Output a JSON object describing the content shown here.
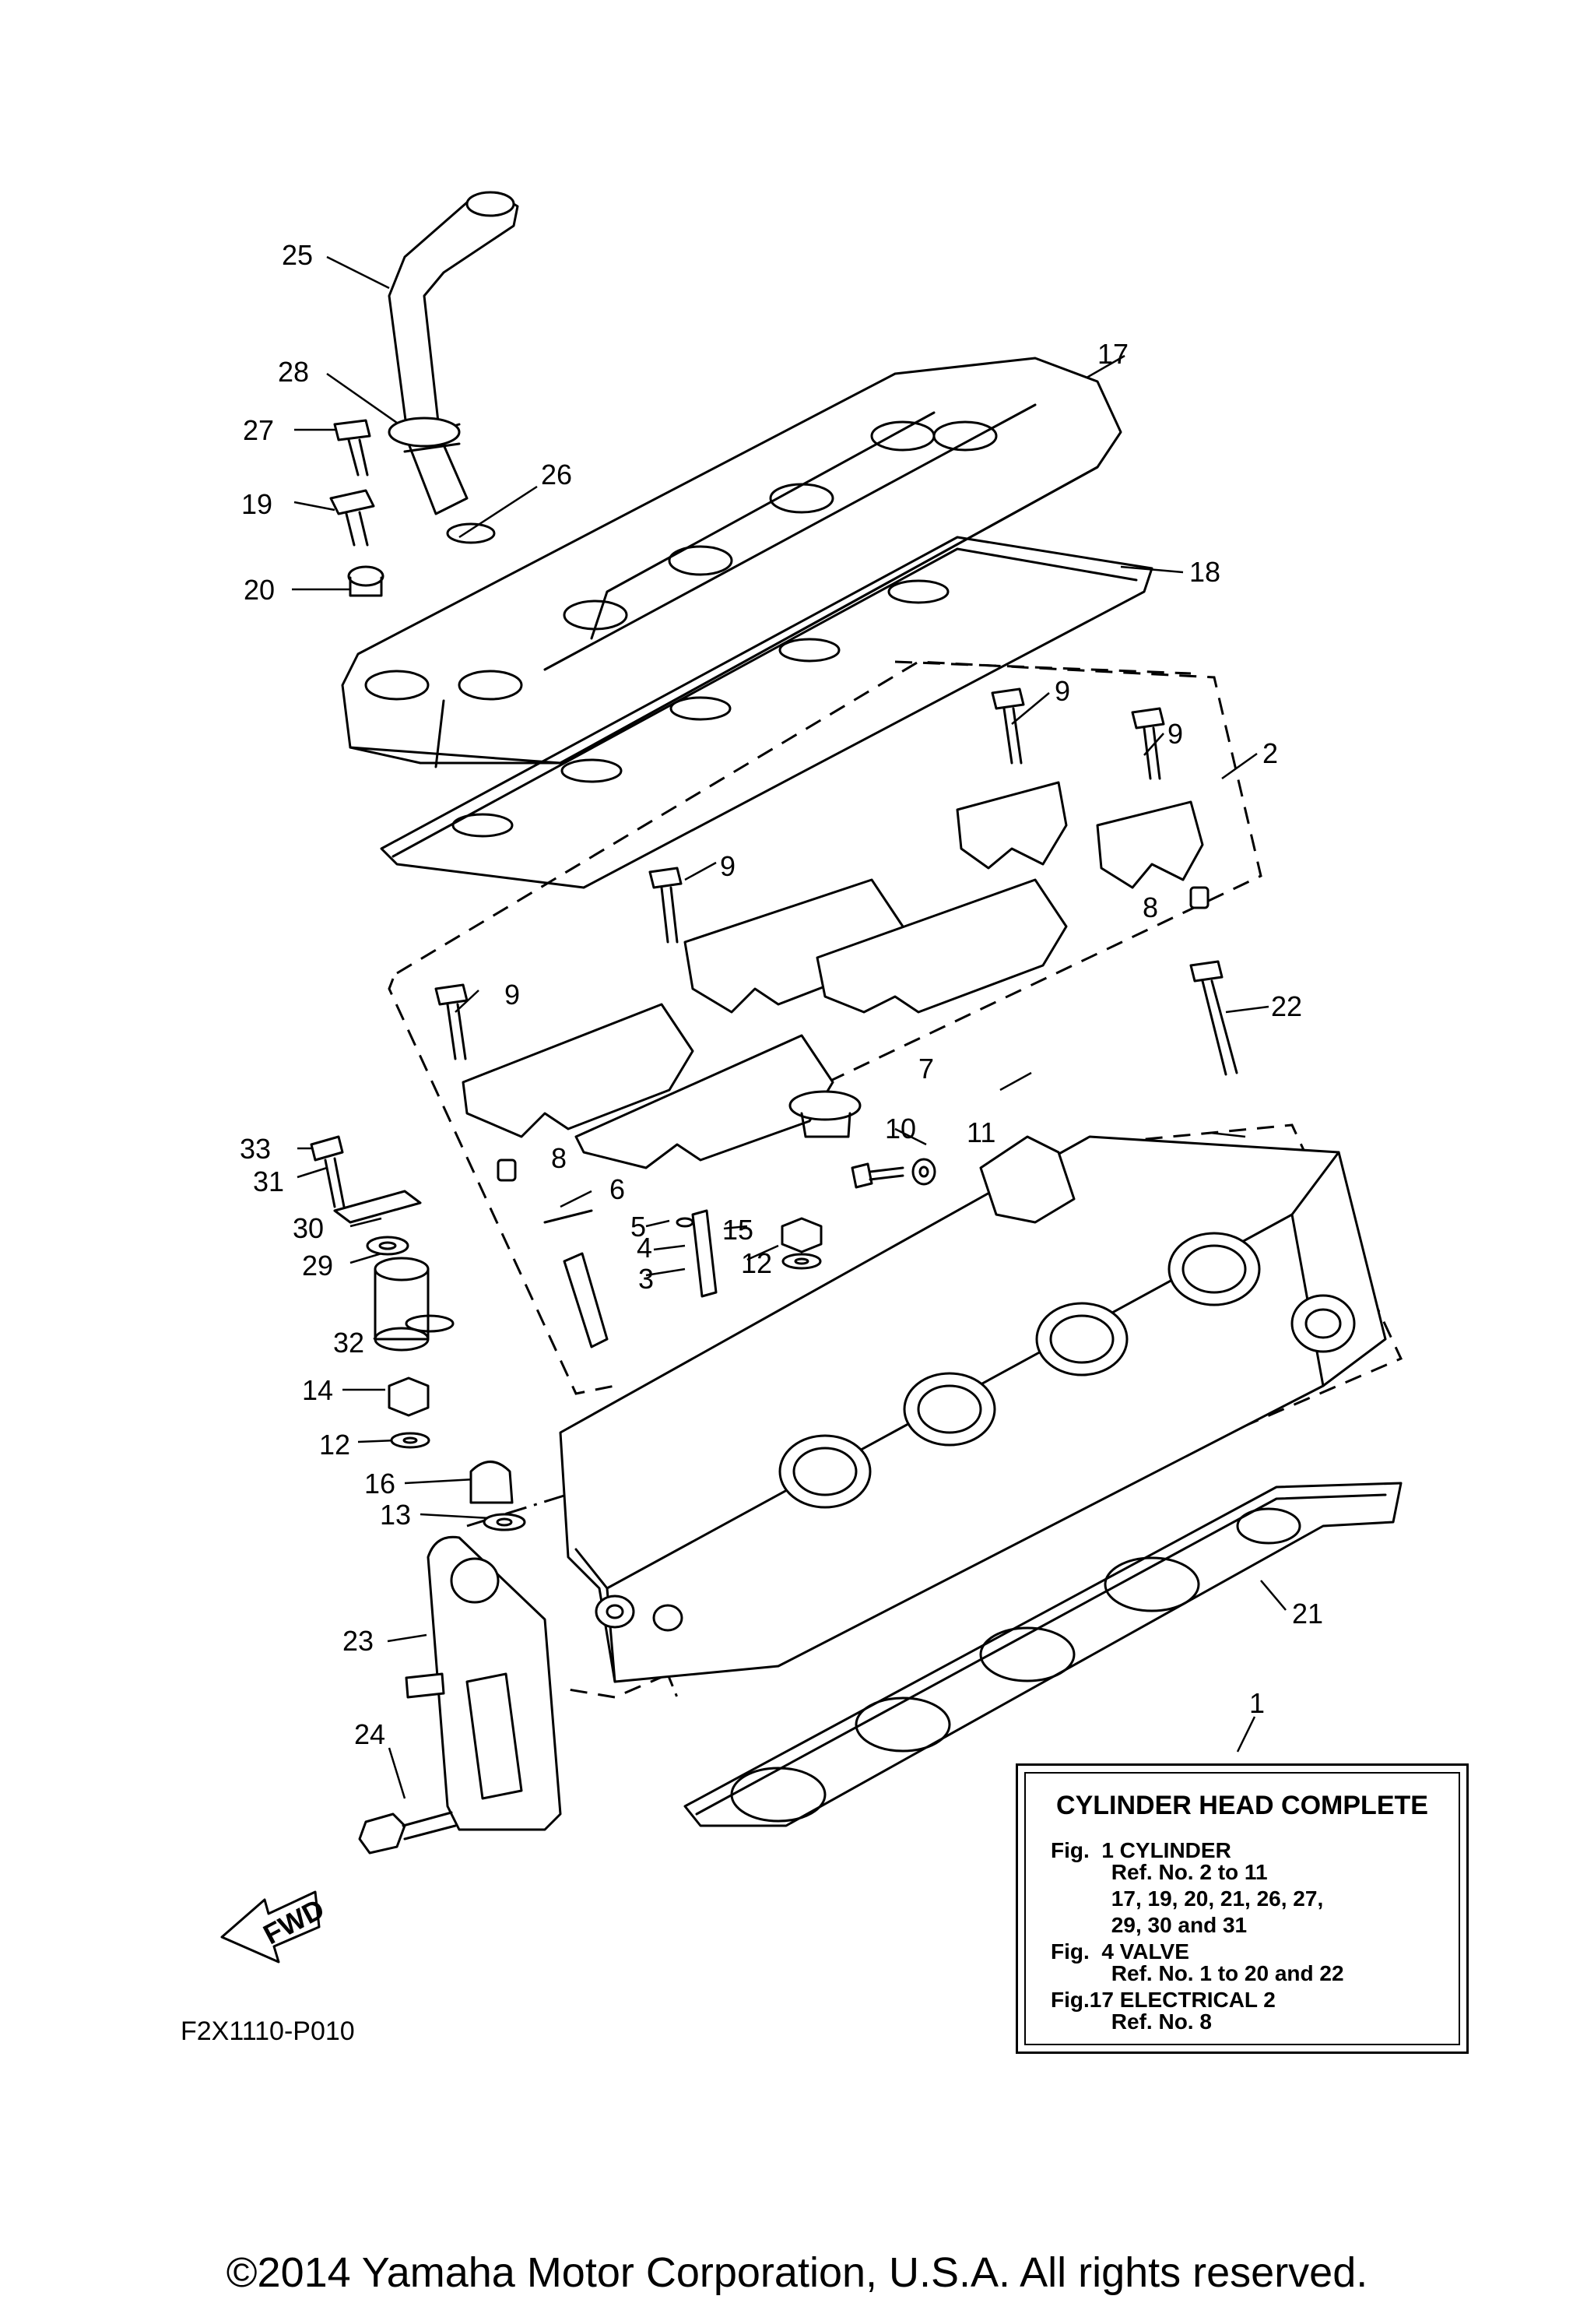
{
  "diagram": {
    "callouts": [
      "25",
      "28",
      "27",
      "19",
      "26",
      "20",
      "17",
      "18",
      "9",
      "9",
      "2",
      "9",
      "8",
      "9",
      "22",
      "7",
      "10",
      "11",
      "33",
      "31",
      "6",
      "5",
      "15",
      "30",
      "4",
      "12",
      "29",
      "3",
      "32",
      "14",
      "12",
      "16",
      "13",
      "23",
      "21",
      "1",
      "24",
      "8"
    ],
    "fwd_label": "FWD",
    "figure_code": "F2X1110-P010"
  },
  "ref_box": {
    "title": "CYLINDER HEAD COMPLETE",
    "lines": [
      "Fig.  1 CYLINDER",
      "          Ref. No. 2 to 11",
      "          17, 19, 20, 21, 26, 27,",
      "          29, 30 and 31",
      "Fig.  4 VALVE",
      "          Ref. No. 1 to 20 and 22",
      "Fig.17 ELECTRICAL 2",
      "          Ref. No. 8"
    ]
  },
  "copyright": "©2014 Yamaha Motor Corporation, U.S.A. All rights reserved."
}
